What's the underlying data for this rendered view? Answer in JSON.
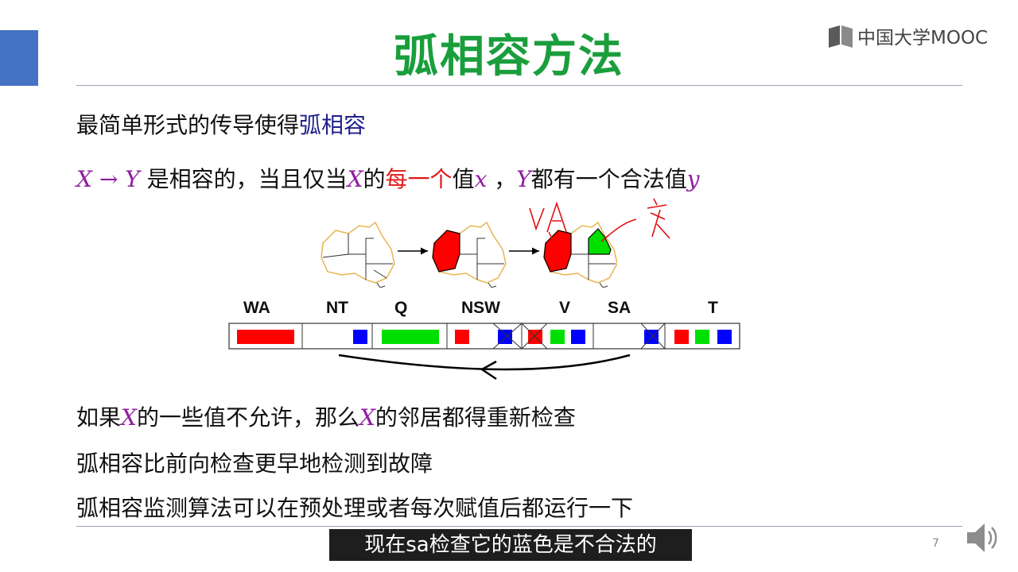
{
  "slide": {
    "title": "弧相容方法",
    "page_number": "7"
  },
  "logo": {
    "text": "中国大学MOOC"
  },
  "bullets": {
    "b1_prefix": "最简单形式的传导使得",
    "b1_highlight": "弧相容",
    "b2_x": "X",
    "b2_arrow": " → ",
    "b2_y": "Y",
    "b2_text1": " 是相容的，当且仅当",
    "b2_x2": "X",
    "b2_text2": "的",
    "b2_red": "每一个",
    "b2_text3": "值",
    "b2_xval": "x",
    "b2_text4": " ，",
    "b2_y2": "Y",
    "b2_text5": "都有一个合法值",
    "b2_yval": "y",
    "b3_prefix": "如果",
    "b3_x": "X",
    "b3_mid": "的一些值不允许，那么",
    "b3_x2": "X",
    "b3_suffix": "的邻居都得重新检查",
    "b4": "弧相容比前向检查更早地检测到故障",
    "b5": "弧相容监测算法可以在预处理或者每次赋值后都运行一下"
  },
  "figure": {
    "regions": [
      "WA",
      "NT",
      "Q",
      "NSW",
      "V",
      "SA",
      "T"
    ],
    "domains": {
      "WA": [
        "red"
      ],
      "NT": [
        "blue"
      ],
      "Q": [
        "green"
      ],
      "NSW": [
        "red",
        "blue"
      ],
      "V": [
        "red",
        "green",
        "blue"
      ],
      "SA": [
        "blue"
      ],
      "T": [
        "red",
        "green",
        "blue"
      ]
    },
    "colors": {
      "red": "#ff0000",
      "green": "#00e000",
      "blue": "#0000ff"
    },
    "handwriting": {
      "label_a": "WA",
      "label_b": "义"
    }
  },
  "subtitle": {
    "text": "现在sa检查它的蓝色是不合法的"
  },
  "theme": {
    "title_color": "#1a9e3c",
    "accent": "#4472c4",
    "purple": "#8e1f9e",
    "red": "#e11919",
    "dark_blue": "#1f1f8c"
  }
}
